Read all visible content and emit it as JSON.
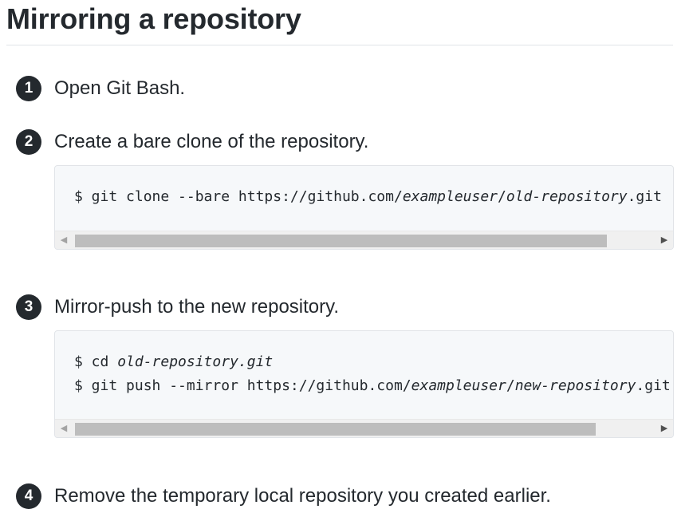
{
  "page": {
    "title": "Mirroring a repository"
  },
  "steps": [
    {
      "number": "1",
      "text": "Open Git Bash."
    },
    {
      "number": "2",
      "text": "Create a bare clone of the repository."
    },
    {
      "number": "3",
      "text": "Mirror-push to the new repository."
    },
    {
      "number": "4",
      "text": "Remove the temporary local repository you created earlier."
    }
  ],
  "code_blocks": [
    {
      "lines": [
        {
          "segments": [
            {
              "text": "$ git clone --bare https://github.com/",
              "italic": false
            },
            {
              "text": "exampleuser",
              "italic": true
            },
            {
              "text": "/",
              "italic": false
            },
            {
              "text": "old-repository",
              "italic": true
            },
            {
              "text": ".git",
              "italic": false
            }
          ]
        }
      ],
      "scroll_fraction": 0.92
    },
    {
      "lines": [
        {
          "segments": [
            {
              "text": "$ cd ",
              "italic": false
            },
            {
              "text": "old-repository",
              "italic": true
            },
            {
              "text": ".git",
              "italic": true
            }
          ]
        },
        {
          "segments": [
            {
              "text": "$ git push --mirror https://github.com/",
              "italic": false
            },
            {
              "text": "exampleuser",
              "italic": true
            },
            {
              "text": "/",
              "italic": false
            },
            {
              "text": "new-repository",
              "italic": true
            },
            {
              "text": ".git",
              "italic": false
            }
          ]
        }
      ],
      "scroll_fraction": 0.9
    }
  ],
  "scrollbar": {
    "left_arrow": "◀",
    "right_arrow": "▶"
  }
}
